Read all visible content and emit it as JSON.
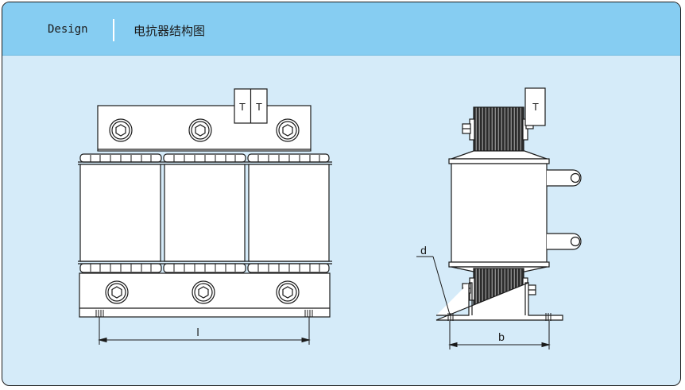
{
  "header": {
    "title_en": "Design",
    "title_cn": "电抗器结构图"
  },
  "front_view": {
    "terminal_labels": [
      "T",
      "T"
    ],
    "dimension_label": "l"
  },
  "side_view": {
    "terminal_label": "T",
    "dimension_b": "b",
    "dimension_d": "d"
  }
}
